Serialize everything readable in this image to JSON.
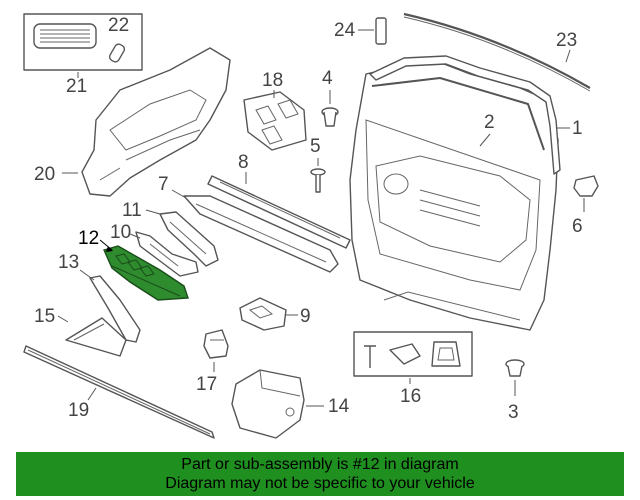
{
  "callouts": {
    "c1": "1",
    "c2": "2",
    "c3": "3",
    "c4": "4",
    "c5": "5",
    "c6": "6",
    "c7": "7",
    "c8": "8",
    "c9": "9",
    "c10": "10",
    "c11": "11",
    "c12": "12",
    "c13": "13",
    "c14": "14",
    "c15": "15",
    "c16": "16",
    "c17": "17",
    "c18": "18",
    "c19": "19",
    "c20": "20",
    "c21": "21",
    "c22": "22",
    "c23": "23",
    "c24": "24"
  },
  "highlighted_part": "12",
  "colors": {
    "highlight": "#2e8b2e",
    "banner": "#1f8f1f"
  },
  "footer": {
    "line1": "Part or sub-assembly is #12 in diagram",
    "line2": "Diagram may not be specific to your vehicle"
  }
}
